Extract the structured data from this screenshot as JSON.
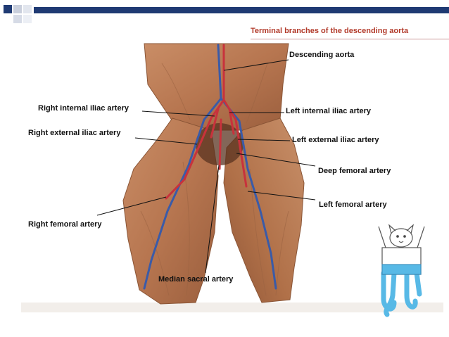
{
  "slide": {
    "title": "Terminal branches of the descending aorta"
  },
  "labels": {
    "descending_aorta": "Descending aorta",
    "right_internal_iliac": "Right internal iliac artery",
    "left_internal_iliac": "Left internal iliac artery",
    "right_external_iliac": "Right external iliac artery",
    "left_external_iliac": "Left external iliac artery",
    "deep_femoral": "Deep femoral artery",
    "left_femoral": "Left femoral artery",
    "right_femoral": "Right femoral artery",
    "median_sacral": "Median sacral artery"
  },
  "colors": {
    "accent_navy": "#1f3a73",
    "title_red": "#b23a2a",
    "muscle": "#b97a55",
    "artery": "#c8323c",
    "vein": "#3a5ba8",
    "cartoon_blue": "#58b9e6"
  },
  "icons": [
    "decorative-squares",
    "cat-cartoon-icon"
  ]
}
